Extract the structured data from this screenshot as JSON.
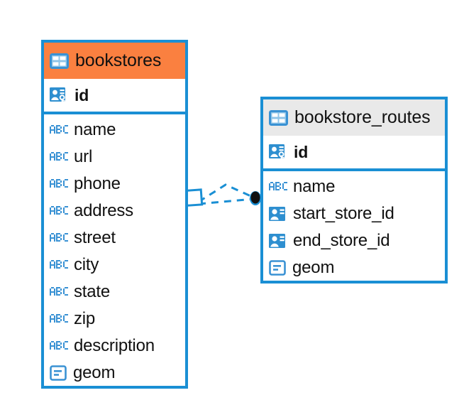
{
  "diagram": {
    "type": "entity-relationship-diagram",
    "background_color": "#ffffff",
    "accent_color": "#1A8FD4",
    "highlight_color": "#FA8040",
    "entities": [
      {
        "id": "bookstores",
        "name": "bookstores",
        "header_style": "highlighted-orange",
        "header_color": "#FA8040",
        "icon": "table-icon",
        "primary_keys": [
          {
            "name": "id",
            "icon": "primary-key-icon",
            "type": "key"
          }
        ],
        "fields": [
          {
            "name": "name",
            "icon": "abc-text-icon",
            "type": "text"
          },
          {
            "name": "url",
            "icon": "abc-text-icon",
            "type": "text"
          },
          {
            "name": "phone",
            "icon": "abc-text-icon",
            "type": "text"
          },
          {
            "name": "address",
            "icon": "abc-text-icon",
            "type": "text"
          },
          {
            "name": "street",
            "icon": "abc-text-icon",
            "type": "text"
          },
          {
            "name": "city",
            "icon": "abc-text-icon",
            "type": "text"
          },
          {
            "name": "state",
            "icon": "abc-text-icon",
            "type": "text"
          },
          {
            "name": "zip",
            "icon": "abc-text-icon",
            "type": "text"
          },
          {
            "name": "description",
            "icon": "abc-text-icon",
            "type": "text"
          },
          {
            "name": "geom",
            "icon": "geometry-icon",
            "type": "geometry"
          }
        ]
      },
      {
        "id": "bookstore_routes",
        "name": "bookstore_routes",
        "header_style": "default-gray",
        "header_color": "#E9E9E9",
        "icon": "table-icon",
        "primary_keys": [
          {
            "name": "id",
            "icon": "primary-key-icon",
            "type": "key"
          }
        ],
        "fields": [
          {
            "name": "name",
            "icon": "abc-text-icon",
            "type": "text"
          },
          {
            "name": "start_store_id",
            "icon": "foreign-key-icon",
            "type": "reference"
          },
          {
            "name": "end_store_id",
            "icon": "foreign-key-icon",
            "type": "reference"
          },
          {
            "name": "geom",
            "icon": "geometry-icon",
            "type": "geometry"
          }
        ]
      }
    ],
    "relationship": {
      "name": "bookstores-to-bookstore-routes",
      "line_style": "dashed",
      "line_color": "#1A8FD4",
      "source_marker": "diamond-outline",
      "target_marker": "filled-circle",
      "target_marker_color": "#101010",
      "branch_count": 2
    }
  }
}
